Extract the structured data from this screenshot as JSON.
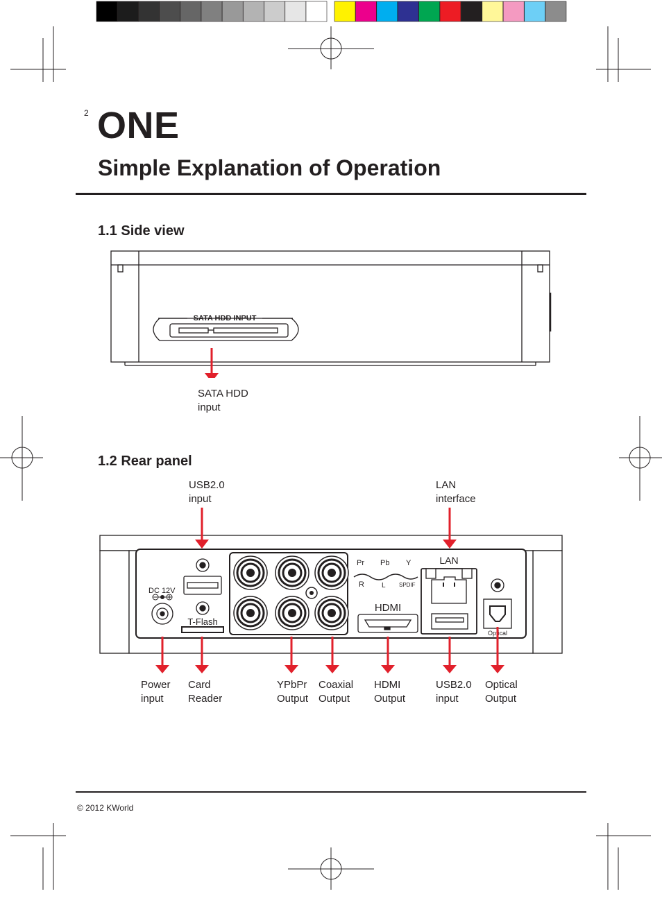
{
  "page": {
    "number": "2",
    "chapter_title": "ONE",
    "chapter_subtitle": "Simple Explanation of Operation",
    "footer": "© 2012 KWorld"
  },
  "side_view": {
    "heading": "1.1 Side view",
    "port_print": "SATA HDD INPUT",
    "callout": "SATA HDD\ninput"
  },
  "rear_panel": {
    "heading": "1.2 Rear panel",
    "top_callouts": {
      "usb_top": "USB2.0\ninput",
      "lan": "LAN\ninterface"
    },
    "panel_prints": {
      "dc": "DC 12V",
      "tflash": "T-Flash",
      "pr": "Pr",
      "pb": "Pb",
      "y": "Y",
      "r": "R",
      "l": "L",
      "spdif": "SPDIF",
      "hdmi": "HDMI",
      "lan": "LAN",
      "optical": "Optical"
    },
    "bottom_callouts": [
      "Power\ninput",
      "Card\nReader",
      "YPbPr\nOutput",
      "Coaxial\nOutput",
      "HDMI\nOutput",
      "USB2.0\ninput",
      "Optical\nOutput"
    ]
  },
  "colors": {
    "callout_red": "#e1202b",
    "ink": "#231f20",
    "color_bar": [
      "#000000",
      "#1c1c1c",
      "#333333",
      "#4d4d4d",
      "#666666",
      "#808080",
      "#999999",
      "#b3b3b3",
      "#cccccc",
      "#e6e6e6",
      "#ffffff",
      "#fff200",
      "#ec008c",
      "#00aeef",
      "#2e3192",
      "#00a651",
      "#ed1c24",
      "#231f20",
      "#fff799",
      "#f49ac1",
      "#6dcff6",
      "#8c8c8c"
    ]
  }
}
